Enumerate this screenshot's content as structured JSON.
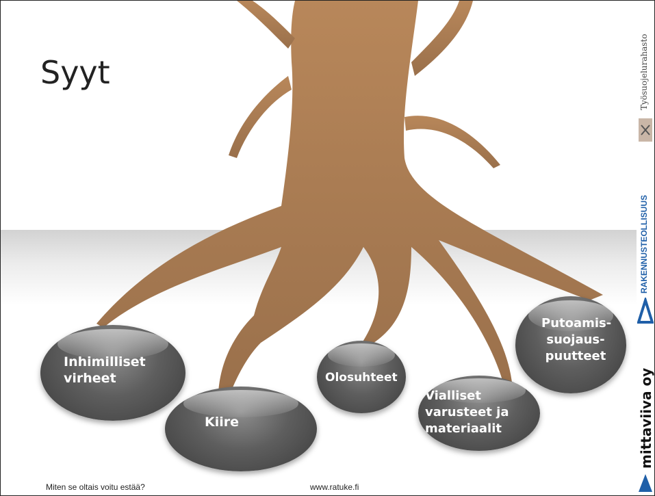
{
  "slide": {
    "title": "Syyt",
    "causes": [
      {
        "label": "Inhimilliset virheet"
      },
      {
        "label": "Kiire"
      },
      {
        "label": "Olosuhteet"
      },
      {
        "label": "Vialliset varusteet ja materiaalit"
      },
      {
        "label": "Putoamis-suojaus-puutteet"
      }
    ],
    "footer_left": "Miten se oltais voitu estää?",
    "footer_center": "www.ratuke.fi"
  },
  "sidebar": {
    "org1": "Työsuojelurahasto",
    "org2": "RAKENNUSTEOLLISUUS",
    "org3": "mittaviiva oy"
  },
  "colors": {
    "tree": "#a87d55",
    "bubble": "#5e5e5e",
    "org2_blue": "#1f5fa8"
  }
}
